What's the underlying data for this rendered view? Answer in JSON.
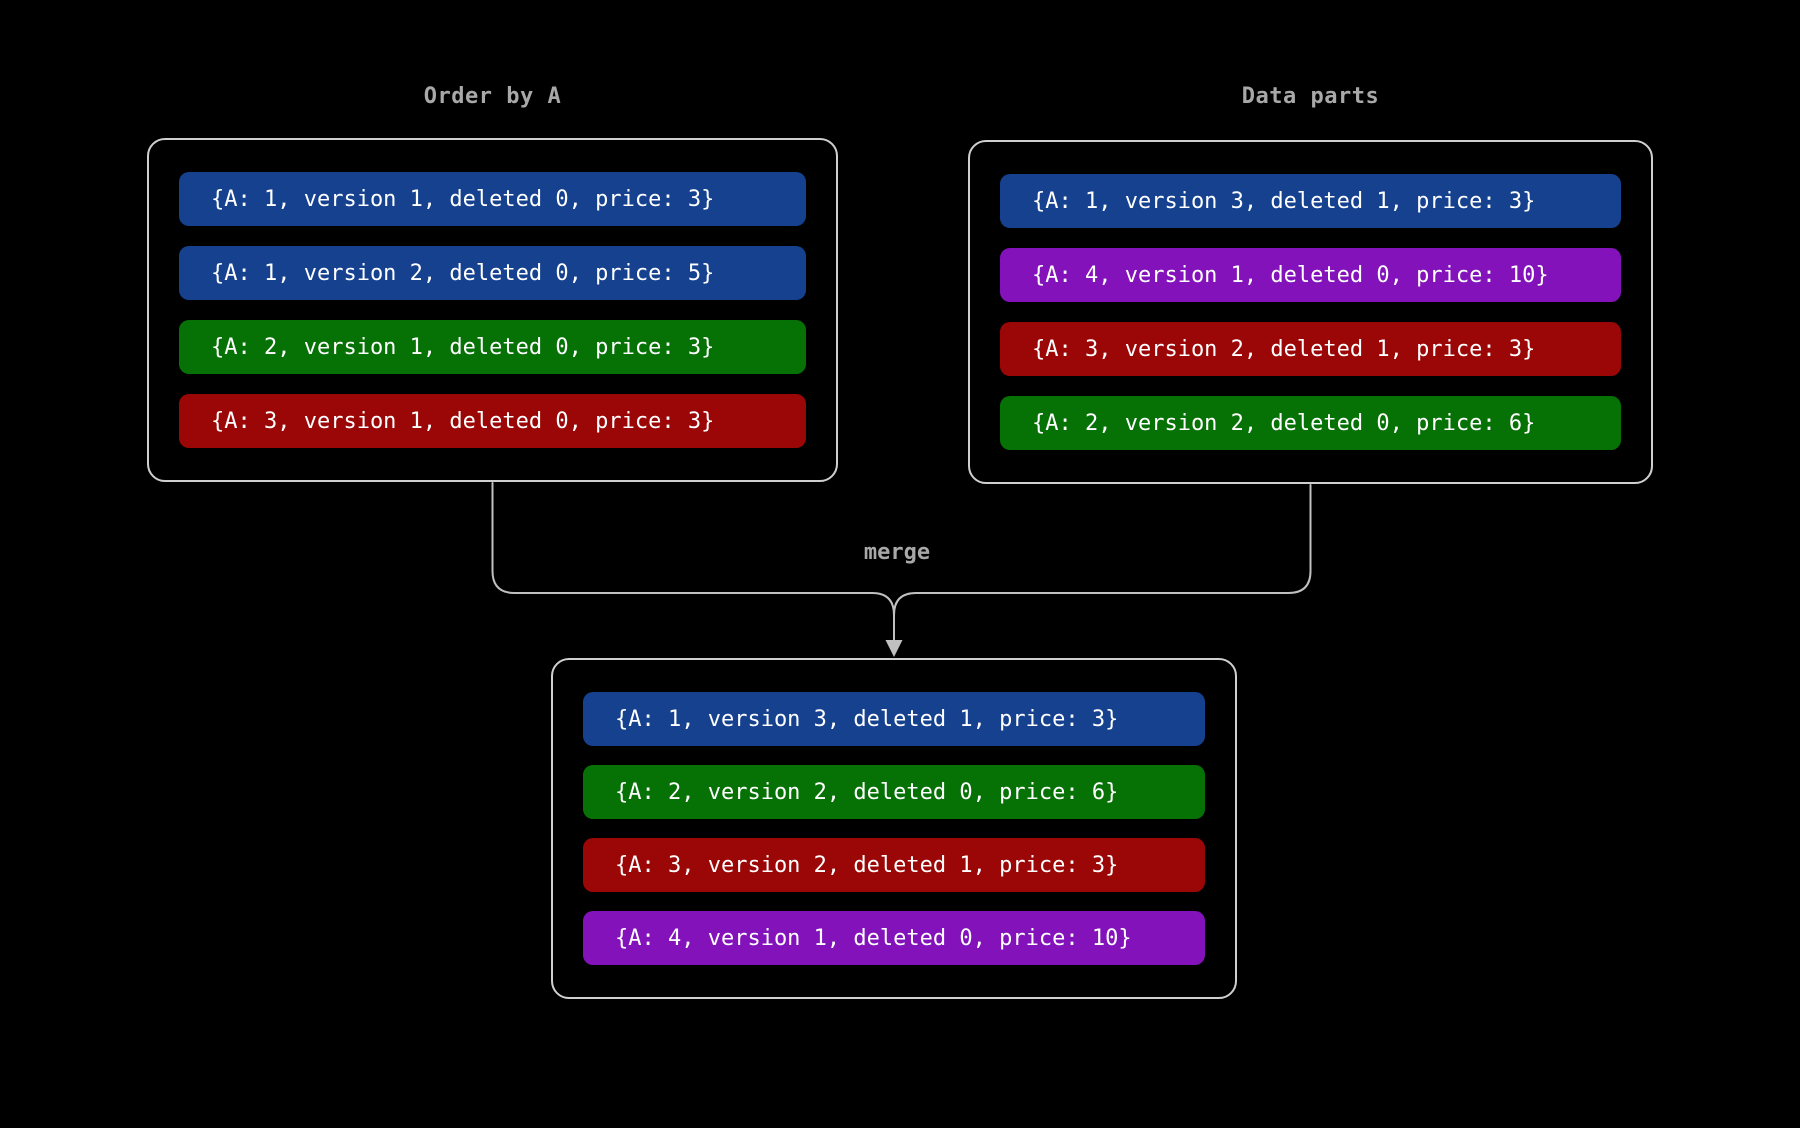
{
  "diagram": {
    "left_box": {
      "title": "Order by A",
      "rows": [
        {
          "text": "{A: 1, version 1, deleted 0, price: 3}",
          "color": "blue"
        },
        {
          "text": "{A: 1, version 2, deleted 0, price: 5}",
          "color": "blue"
        },
        {
          "text": "{A: 2, version 1, deleted 0, price: 3}",
          "color": "green"
        },
        {
          "text": "{A: 3, version 1, deleted 0, price: 3}",
          "color": "red"
        }
      ]
    },
    "right_box": {
      "title": "Data parts",
      "rows": [
        {
          "text": "{A: 1, version 3, deleted 1, price: 3}",
          "color": "blue"
        },
        {
          "text": "{A: 4, version 1, deleted 0, price: 10}",
          "color": "purple"
        },
        {
          "text": "{A: 3, version 2, deleted 1, price: 3}",
          "color": "red"
        },
        {
          "text": "{A: 2, version 2, deleted 0, price: 6}",
          "color": "green"
        }
      ]
    },
    "merge_label": "merge",
    "result_box": {
      "rows": [
        {
          "text": "{A: 1, version 3, deleted 1, price: 3}",
          "color": "blue"
        },
        {
          "text": "{A: 2, version 2, deleted 0, price: 6}",
          "color": "green"
        },
        {
          "text": "{A: 3, version 2, deleted 1, price: 3}",
          "color": "red"
        },
        {
          "text": "{A: 4, version 1, deleted 0, price: 10}",
          "color": "purple"
        }
      ]
    },
    "colors": {
      "blue": "#15418f",
      "green": "#067206",
      "red": "#9b0707",
      "purple": "#8312bb",
      "background": "#000000",
      "border": "#cfcfcf",
      "line": "#c0c0c0",
      "title_text": "#a8a8a8",
      "row_text": "#ffffff"
    }
  }
}
